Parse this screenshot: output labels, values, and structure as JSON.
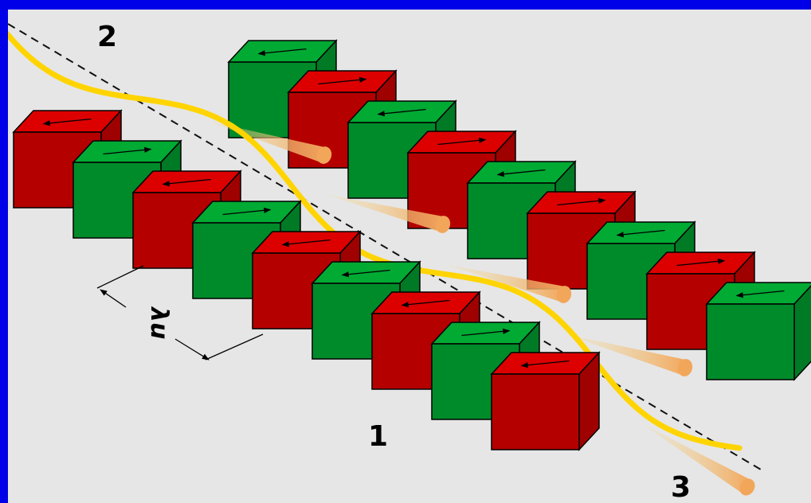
{
  "labels": {
    "magnets": "1",
    "electron_beam": "2",
    "radiation": "3",
    "period": "λu"
  },
  "colors": {
    "frame": "#0000e8",
    "background": "#e6e6e6",
    "magnet_red": "#dd0000",
    "magnet_green": "#00aa33",
    "beam": "#ffd400",
    "radiation_cone": "#f2a65a"
  },
  "magnet_rows": [
    {
      "row": "back",
      "polarity": [
        "green-left",
        "red-right",
        "green-left",
        "red-right",
        "green-left",
        "red-right",
        "green-left",
        "red-right",
        "green-left"
      ]
    },
    {
      "row": "front",
      "polarity": [
        "red-left",
        "green-right",
        "red-left",
        "green-right",
        "red-left",
        "green-left",
        "red-left",
        "green-right",
        "red-left"
      ]
    }
  ]
}
